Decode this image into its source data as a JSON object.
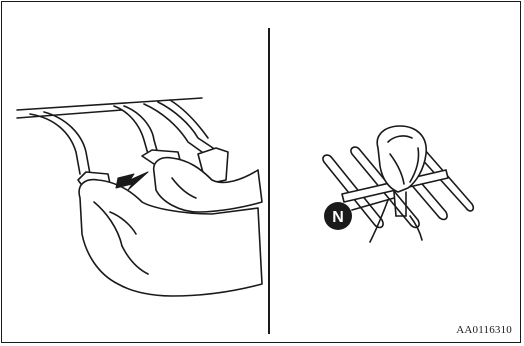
{
  "figure": {
    "code": "AA0116310"
  },
  "shift_panel": {
    "gear_label": "N"
  },
  "icons": {
    "left": "foot-pressing-clutch-pedal-illustration",
    "right": "hand-on-gear-shift-neutral-illustration",
    "arrow": "press-arrow-icon"
  }
}
